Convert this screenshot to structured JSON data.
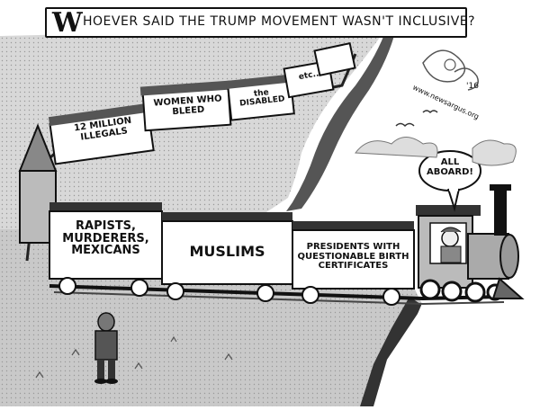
{
  "caption": {
    "initial": "W",
    "rest": "HOEVER SAID THE TRUMP MOVEMENT WASN'T INCLUSIVE?"
  },
  "train_cars": {
    "rapists": "RAPISTS, MURDERERS, MEXICANS",
    "muslims": "MUSLIMS",
    "presidents": "PRESIDENTS WITH QUESTIONABLE BIRTH CERTIFICATES",
    "illegals": "12 MILLION ILLEGALS",
    "women": "WOMEN WHO BLEED",
    "disabled": "the DISABLED",
    "etc": "etc..."
  },
  "speech": "ALL ABOARD!",
  "signature": {
    "year": "'16",
    "site": "www.newsargus.org"
  }
}
